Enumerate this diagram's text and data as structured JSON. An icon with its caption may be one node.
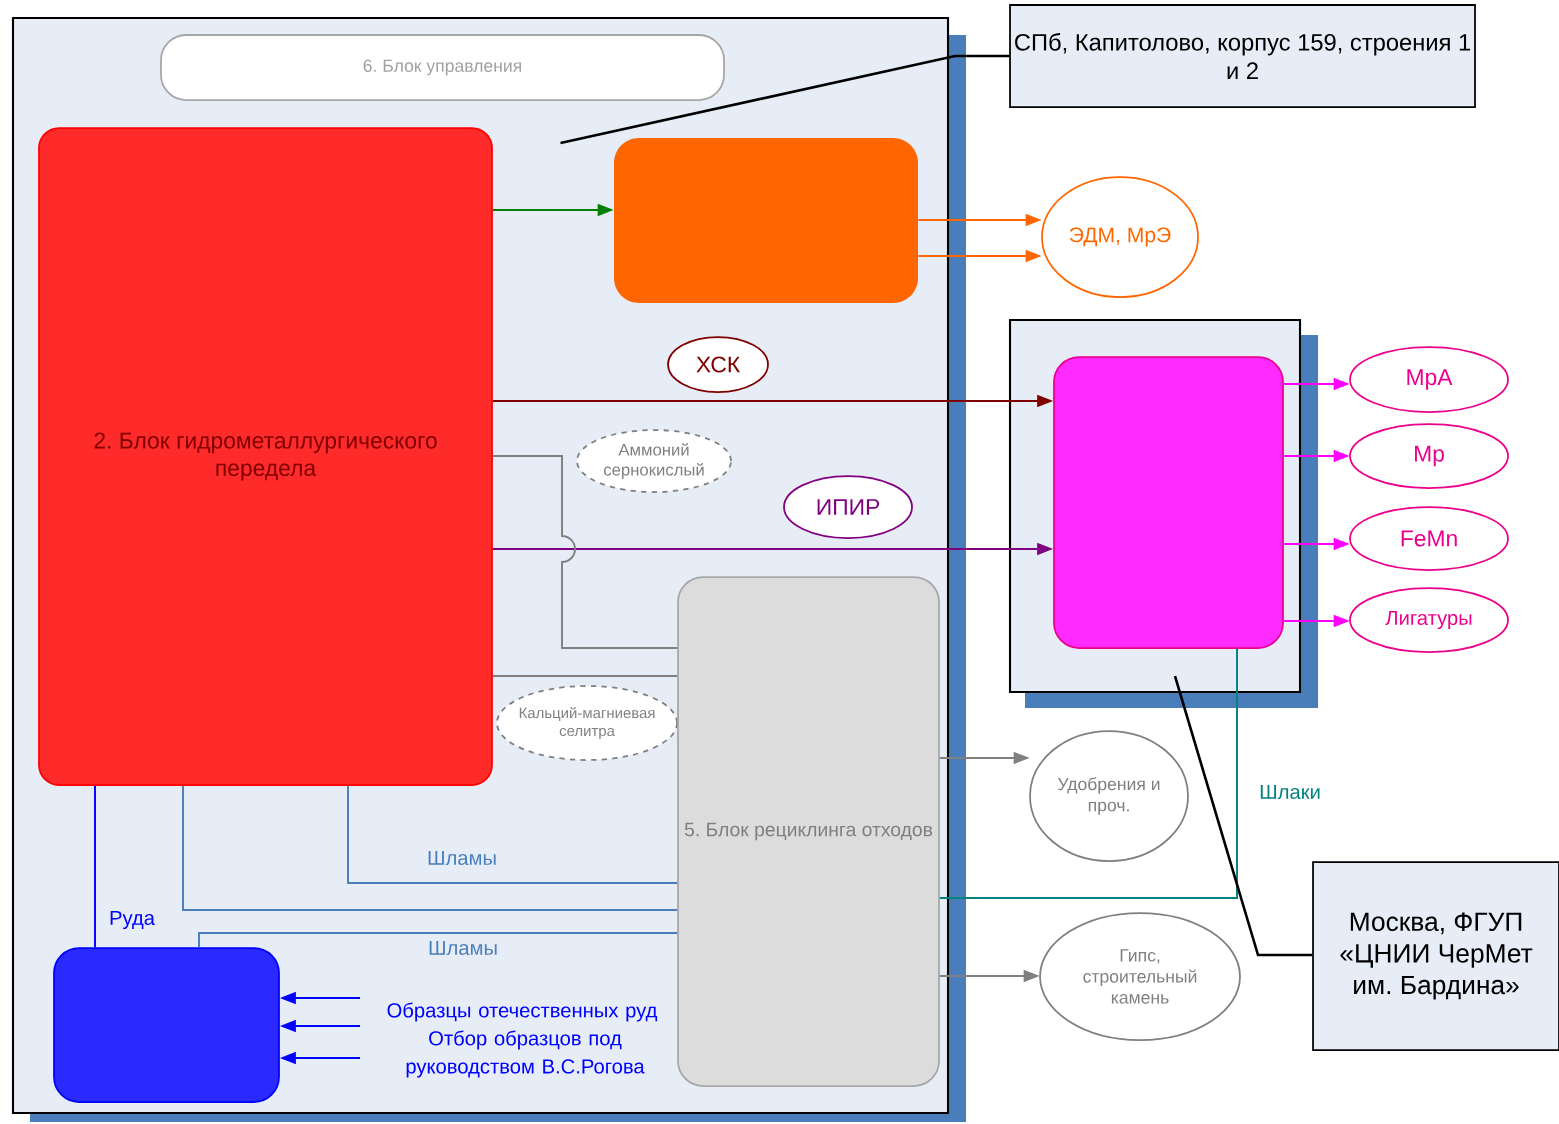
{
  "diagram": {
    "nodes": [
      {
        "text": [],
        "shape": "box"
      },
      {
        "text": [
          "6. Блок управления"
        ],
        "in": 0
      },
      {
        "text": [
          "2. Блок гидрометаллургического передела"
        ],
        "in": 0
      },
      {
        "text": [],
        "shape": "box",
        "in": 0
      },
      {
        "text": [
          "ЭДМ, МрЭ"
        ]
      },
      {
        "text": [
          "ХСК"
        ],
        "in": 0
      },
      {
        "text": [
          "Аммоний сернокислый"
        ],
        "in": 0
      },
      {
        "text": [
          "ИПИР"
        ],
        "in": 0
      },
      {
        "text": [
          "Кальций-магниевая селитра"
        ],
        "in": 0
      },
      {
        "text": [
          "5. Блок рециклинга отходов"
        ],
        "in": 0
      },
      {
        "text": [],
        "shape": "box",
        "in": 0
      },
      {
        "text": [
          "СПб, Капитолово, корпус 159, строения 1 и 2"
        ]
      },
      {
        "text": [],
        "shape": "box"
      },
      {
        "text": [],
        "shape": "box",
        "in": 12
      },
      {
        "text": [
          "МрА"
        ]
      },
      {
        "text": [
          "Мр"
        ]
      },
      {
        "text": [
          "FeMn"
        ]
      },
      {
        "text": [
          "Лигатуры"
        ]
      },
      {
        "text": [
          "Удобрения и проч."
        ]
      },
      {
        "text": [
          "Гипс, строительный камень"
        ]
      },
      {
        "text": [
          "Москва, ФГУП «ЦНИИ ЧерМет им. Бардина»"
        ]
      }
    ],
    "edges": [
      {
        "from": 2,
        "to": 3,
        "arrow": "to",
        "color": "#008000"
      },
      {
        "from": 3,
        "to": 4,
        "arrow": "to",
        "color": "#ff6600"
      },
      {
        "from": 3,
        "to": 4,
        "arrow": "to",
        "color": "#ff6600"
      },
      {
        "from": 2,
        "to": 13,
        "arrow": "to",
        "color": "#800000"
      },
      {
        "from": 2,
        "to": 13,
        "arrow": "to",
        "color": "#800080"
      },
      {
        "from": 2,
        "to": 9,
        "arrow": "none",
        "color": "#808080"
      },
      {
        "from": 2,
        "to": 9,
        "arrow": "none",
        "color": "#808080"
      },
      {
        "from": 13,
        "to": 14,
        "arrow": "to",
        "color": "#ff00ff"
      },
      {
        "from": 13,
        "to": 15,
        "arrow": "to",
        "color": "#ff00ff"
      },
      {
        "from": 13,
        "to": 16,
        "arrow": "to",
        "color": "#ff00ff"
      },
      {
        "from": 13,
        "to": 17,
        "arrow": "to",
        "color": "#ff00ff"
      },
      {
        "from": 9,
        "to": 18,
        "arrow": "to",
        "color": "#808080"
      },
      {
        "from": 9,
        "to": 19,
        "arrow": "to",
        "color": "#808080"
      },
      {
        "from": 9,
        "to": 13,
        "arrow": "none",
        "label": "Шлаки",
        "color": "#008080"
      },
      {
        "from": 2,
        "to": 10,
        "arrow": "none",
        "label": "Руда",
        "color": "#0000ff"
      },
      {
        "from": 2,
        "to": 9,
        "arrow": "none"
      },
      {
        "from": 2,
        "to": 9,
        "arrow": "none",
        "label": "Шламы"
      },
      {
        "from": 10,
        "to": 9,
        "arrow": "none",
        "label": "Шламы"
      },
      {
        "from": null,
        "to": 10,
        "arrow": "to",
        "color": "#0000ff"
      },
      {
        "from": null,
        "to": 10,
        "arrow": "to",
        "color": "#0000ff"
      },
      {
        "from": null,
        "to": 10,
        "arrow": "to",
        "color": "#0000ff"
      },
      {
        "from": 11,
        "to": 0,
        "arrow": "none",
        "color": "#000000"
      },
      {
        "from": 20,
        "to": 12,
        "arrow": "none",
        "color": "#000000"
      }
    ],
    "labels": [
      "Образцы отечественных руд",
      "Отбор образцов под руководством В.С.Рогова"
    ]
  }
}
